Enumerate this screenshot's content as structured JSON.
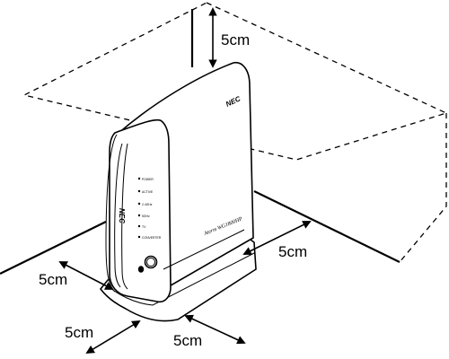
{
  "diagram": {
    "clearance_top": "5cm",
    "clearance_back": "5cm",
    "clearance_left": "5cm",
    "clearance_front_left": "5cm",
    "clearance_front": "5cm"
  },
  "device": {
    "brand": "NEC",
    "model": "Aterm WG1800HP",
    "side_logo": "NEC",
    "indicators": [
      "POWER",
      "ACTIVE",
      "2.4GHz",
      "5GHz",
      "TV",
      "CONVERTER"
    ]
  }
}
